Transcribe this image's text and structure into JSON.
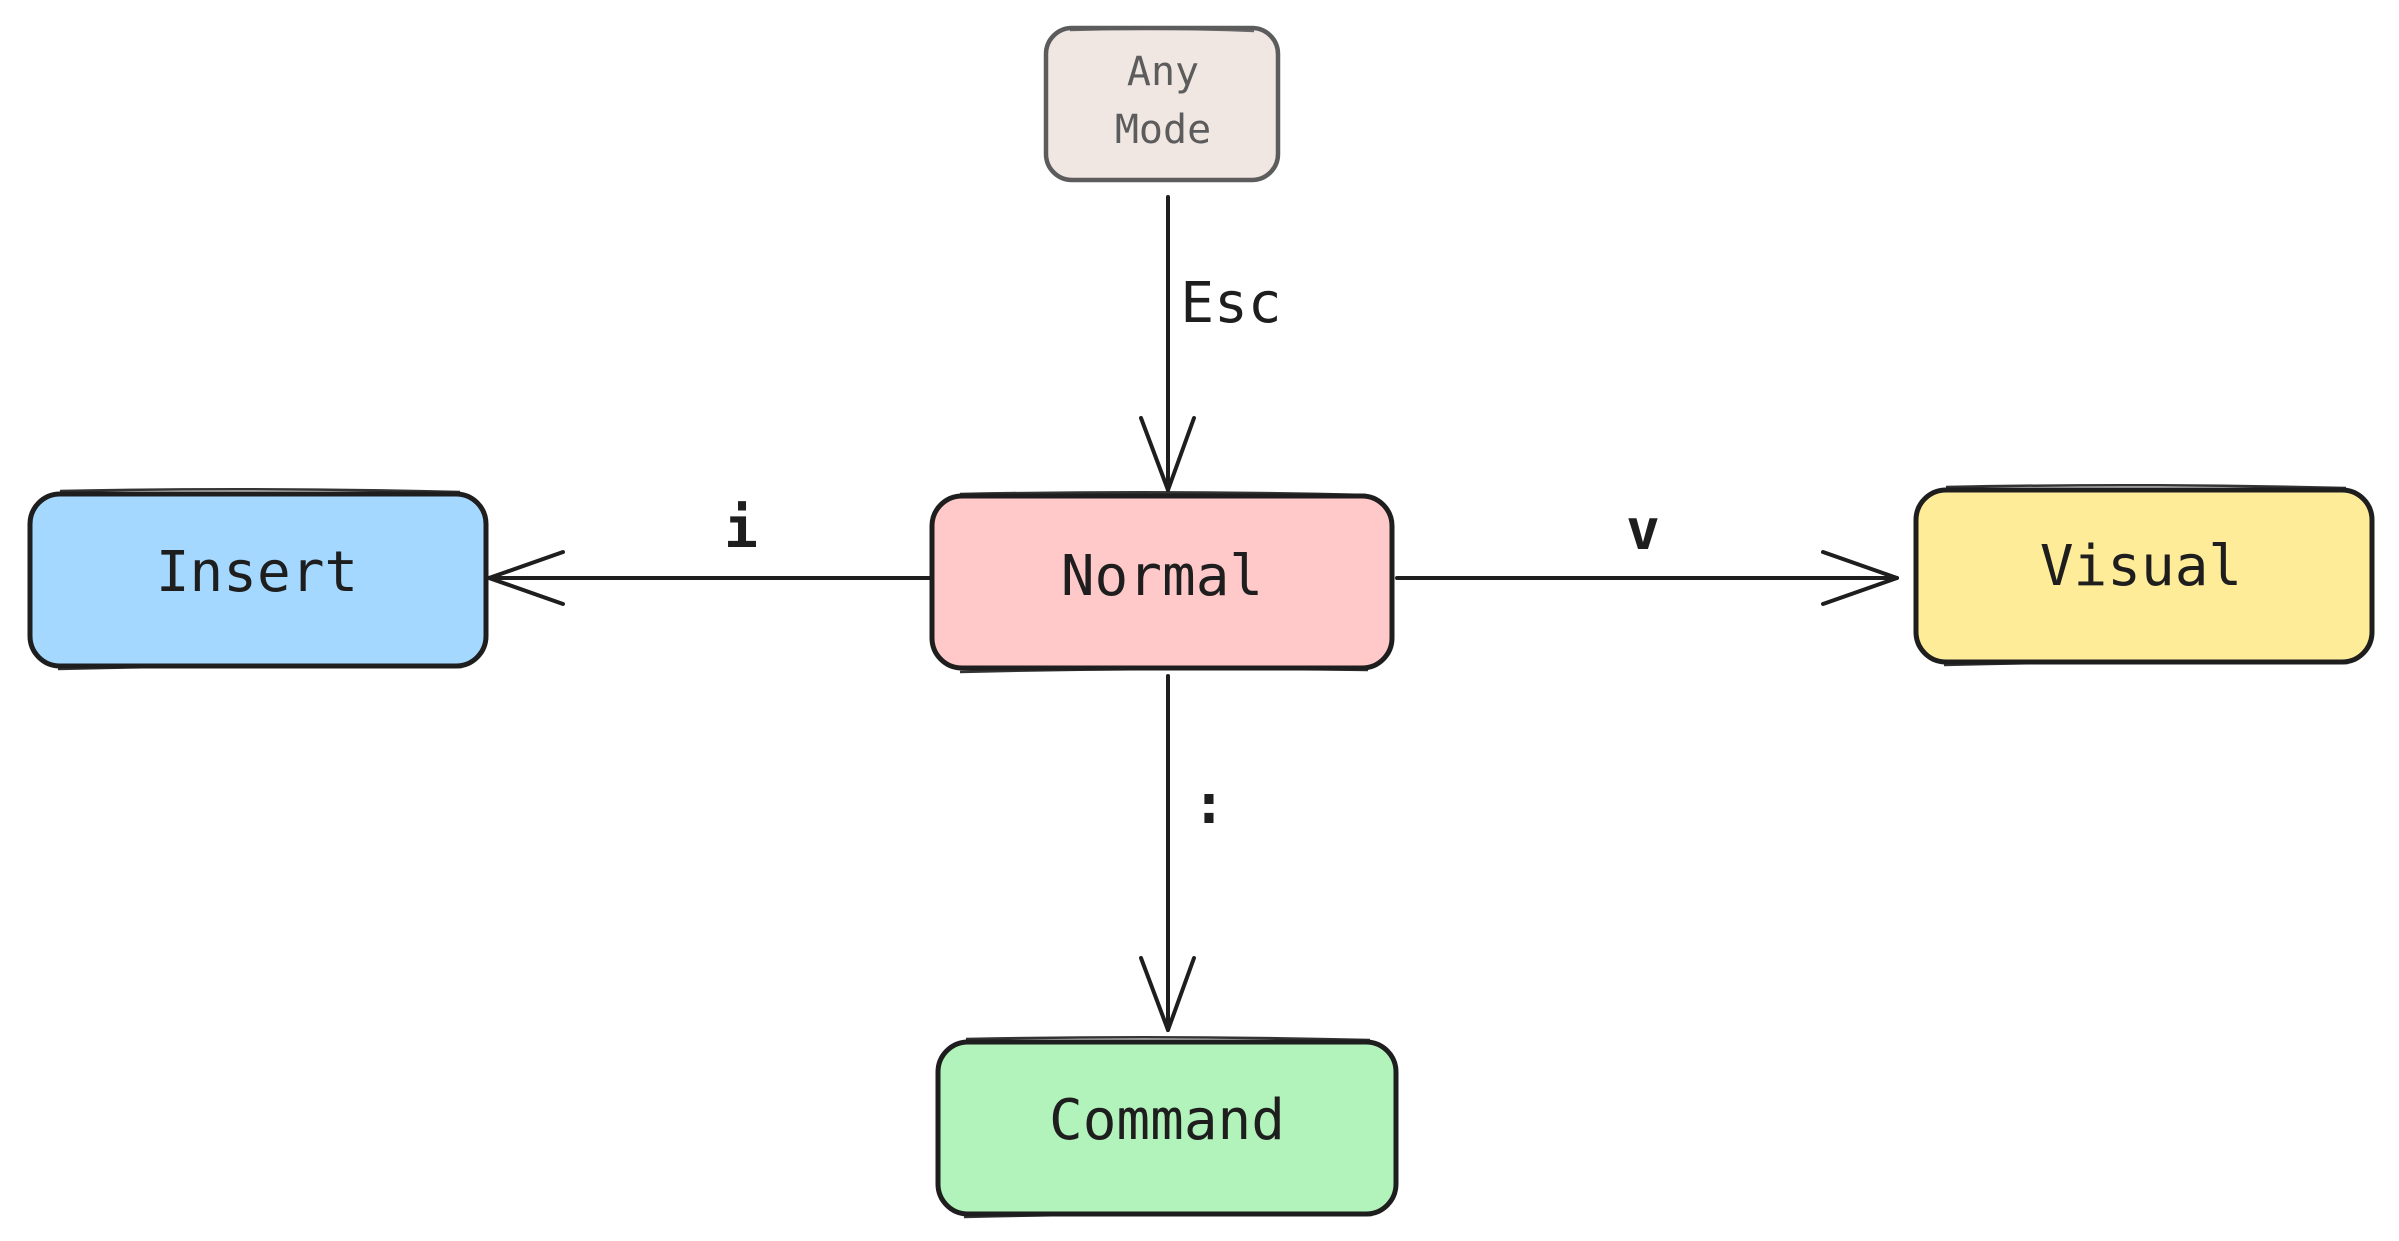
{
  "nodes": {
    "any_mode": {
      "line1": "Any",
      "line2": "Mode",
      "color": "#f0e6e2"
    },
    "normal": {
      "label": "Normal",
      "color": "#ffc9c9"
    },
    "insert": {
      "label": "Insert",
      "color": "#a5d8ff"
    },
    "visual": {
      "label": "Visual",
      "color": "#ffec99"
    },
    "command": {
      "label": "Command",
      "color": "#b2f2bb"
    }
  },
  "edges": {
    "any_to_normal": {
      "label": "Esc"
    },
    "normal_to_insert": {
      "label": "i"
    },
    "normal_to_visual": {
      "label": "v"
    },
    "normal_to_command": {
      "label": ":"
    }
  },
  "colors": {
    "stroke": "#1e1e1e",
    "faint_stroke": "#5c5c5c",
    "background": "#ffffff"
  }
}
